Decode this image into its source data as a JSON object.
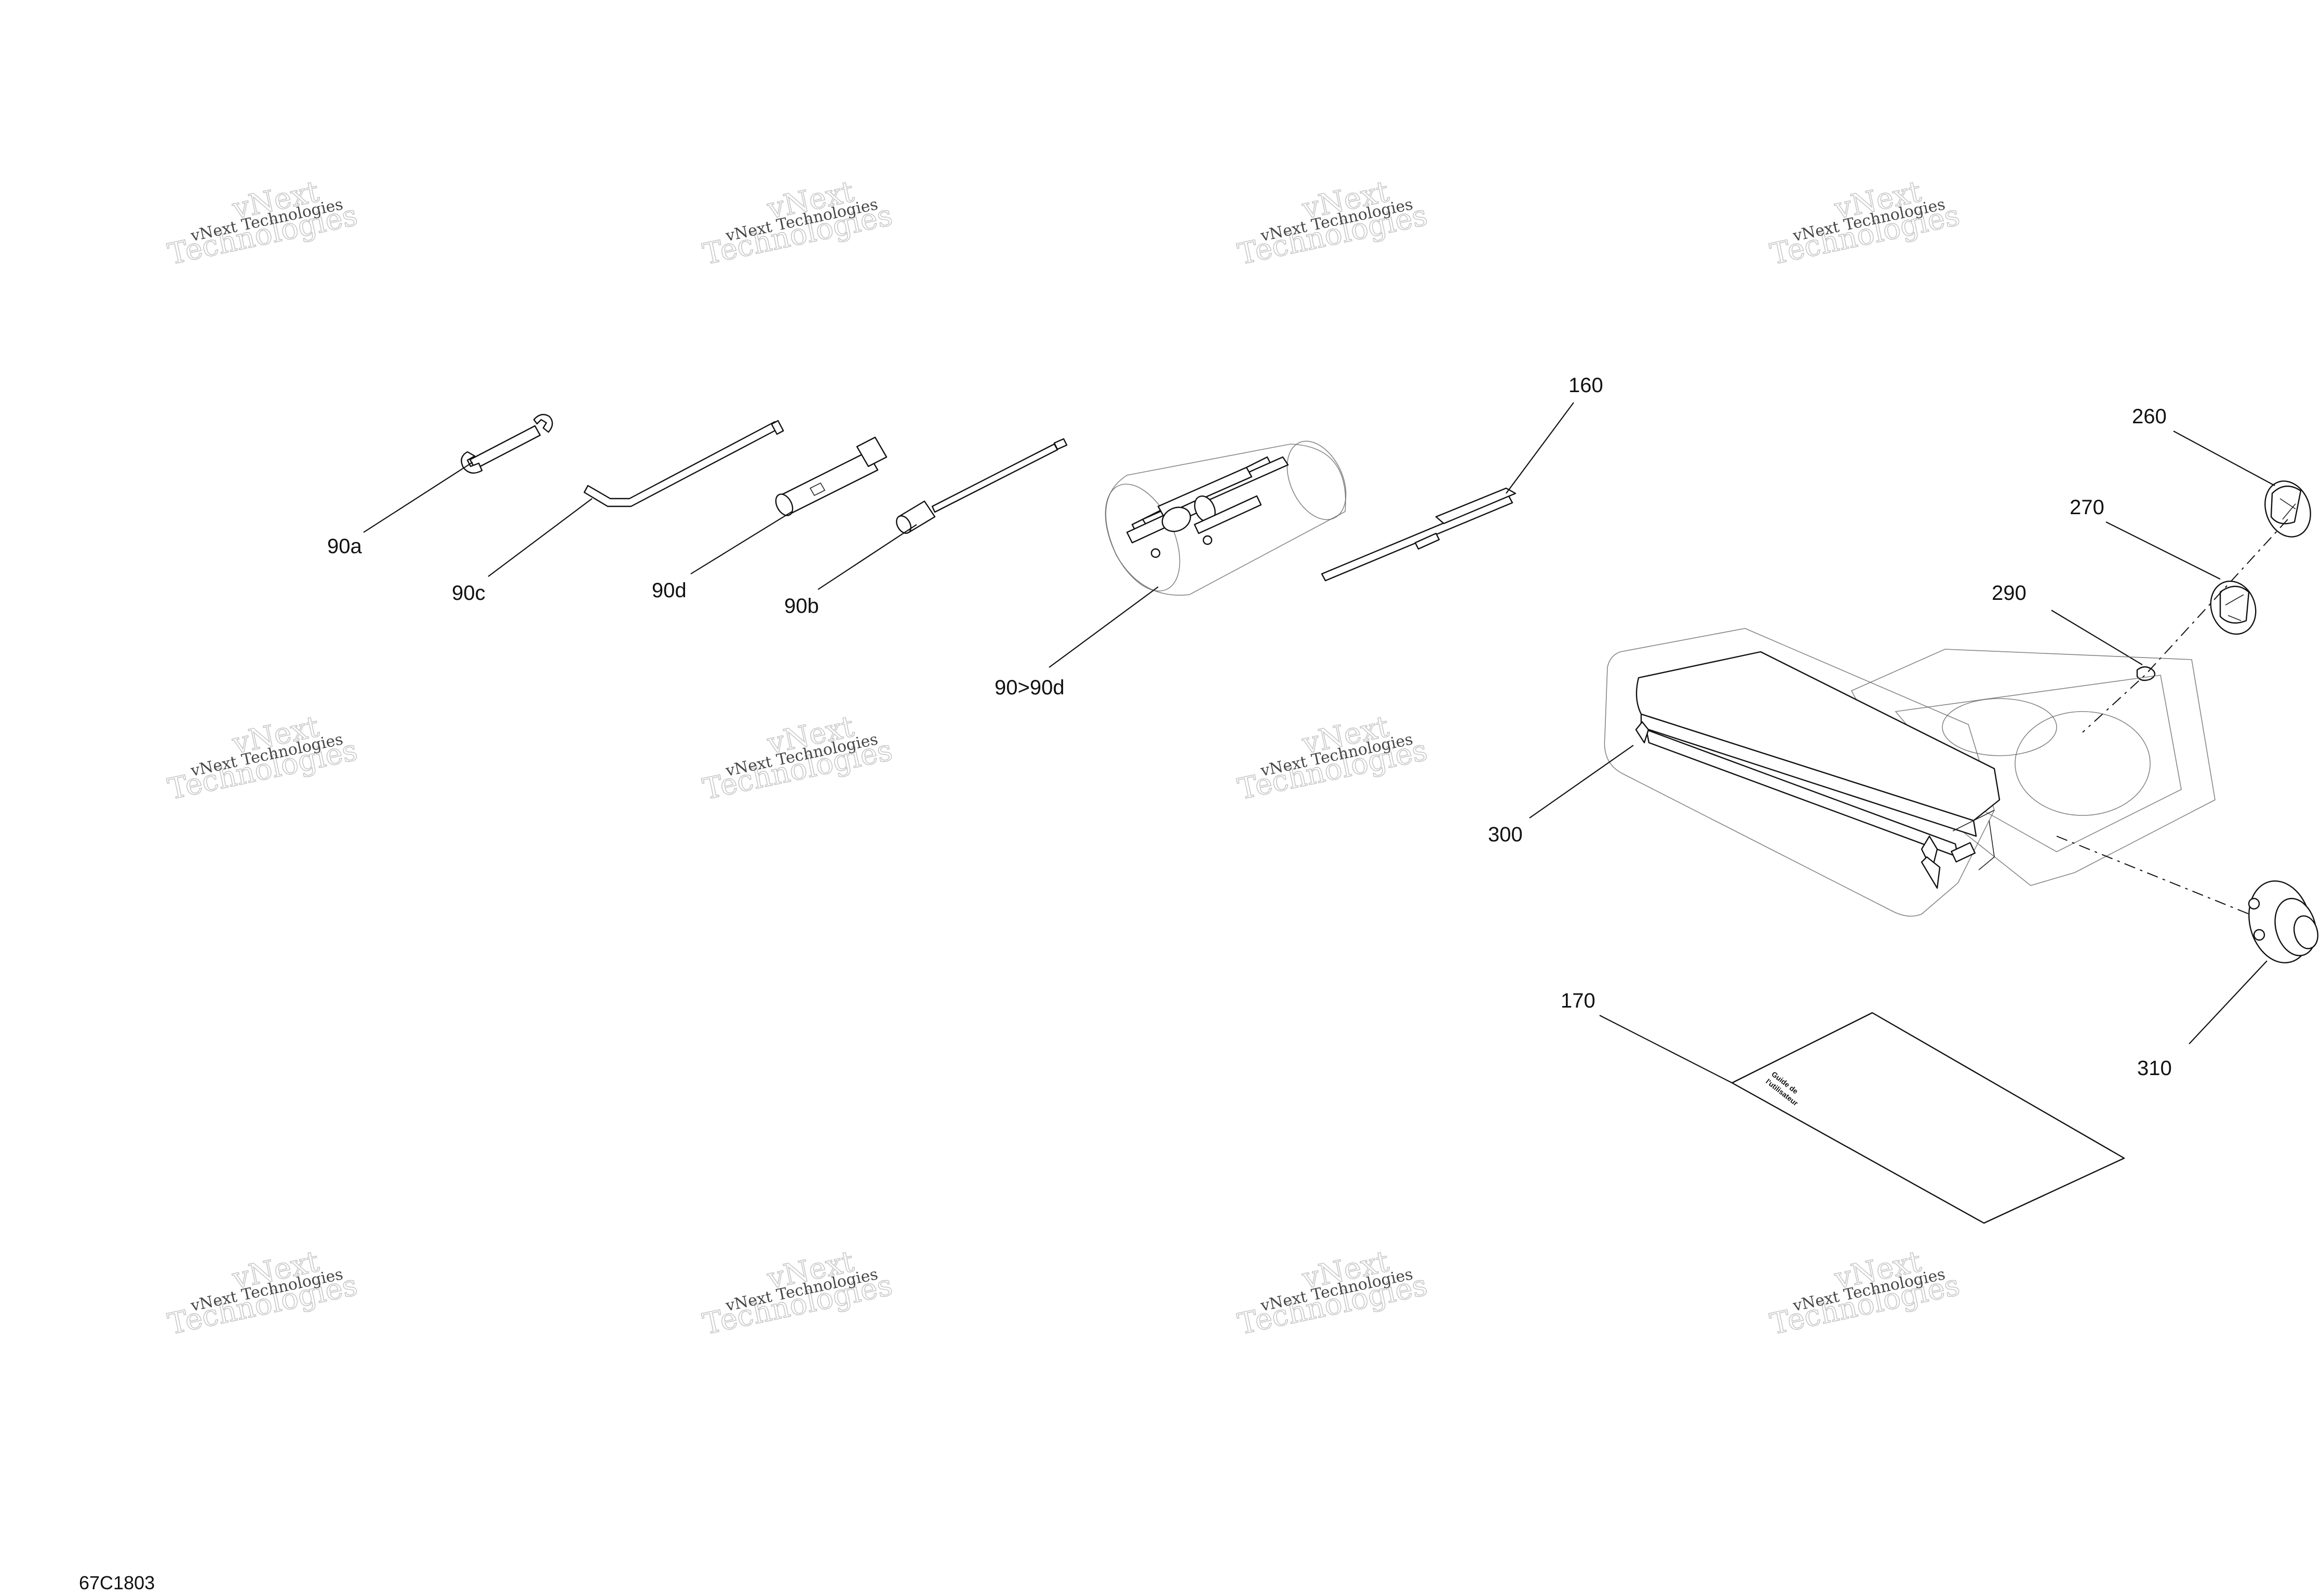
{
  "document": {
    "reference_code": "67C1803"
  },
  "watermark": {
    "line1": "vNext",
    "line2": "Technologies",
    "line3": "Technologies"
  },
  "callouts": {
    "c90a": "90a",
    "c90c": "90c",
    "c90d": "90d",
    "c90b": "90b",
    "c90_90d": "90>90d",
    "c160": "160",
    "c260": "260",
    "c270": "270",
    "c290": "290",
    "c300": "300",
    "c170": "170",
    "c310": "310"
  },
  "manual": {
    "cover_text_line1": "Guide de",
    "cover_text_line2": "l'utilisateur"
  }
}
